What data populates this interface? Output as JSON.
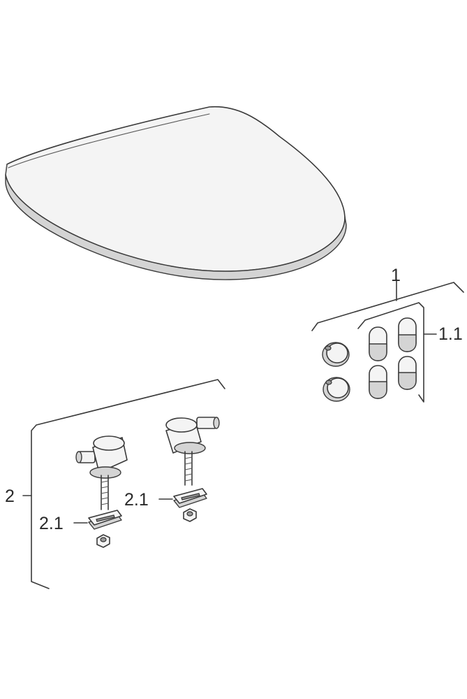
{
  "callouts": {
    "c1": "1",
    "c1_1": "1.1",
    "c2": "2",
    "c2_1_a": "2.1",
    "c2_1_b": "2.1"
  },
  "parts": {
    "seat_lid": "toilet-seat-lid",
    "buffers": "buffer-set",
    "hinges": "hinge-set"
  }
}
